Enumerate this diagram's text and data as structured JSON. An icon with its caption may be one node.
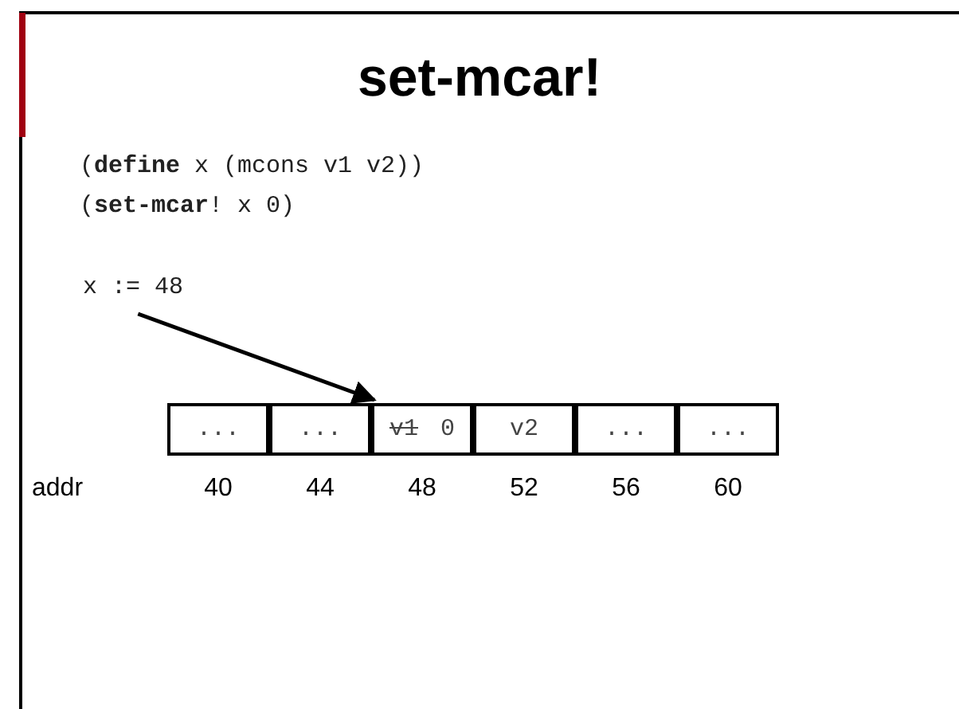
{
  "diagram": {
    "title": "set-mcar!",
    "nodes": [
      {
        "text": [
          "x := 48"
        ]
      },
      {
        "text": [
          "..."
        ]
      },
      {
        "text": [
          "..."
        ]
      },
      {
        "text": [
          "v1",
          "0"
        ]
      },
      {
        "text": [
          "v2"
        ]
      },
      {
        "text": [
          "..."
        ]
      },
      {
        "text": [
          "..."
        ]
      }
    ],
    "edges": [
      {
        "from": 0,
        "to": 3,
        "arrow": "to"
      }
    ],
    "labels": [
      "(**define** x (mcons v1 v2))",
      "(**set-mcar**! x 0)",
      "addr",
      "40",
      "44",
      "48",
      "52",
      "56",
      "60"
    ]
  }
}
